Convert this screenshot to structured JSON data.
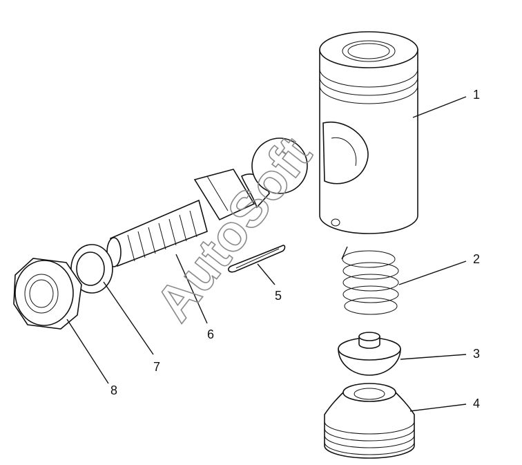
{
  "watermark": "AutoSoft",
  "callouts": [
    "1",
    "2",
    "3",
    "4",
    "5",
    "6",
    "7",
    "8"
  ]
}
